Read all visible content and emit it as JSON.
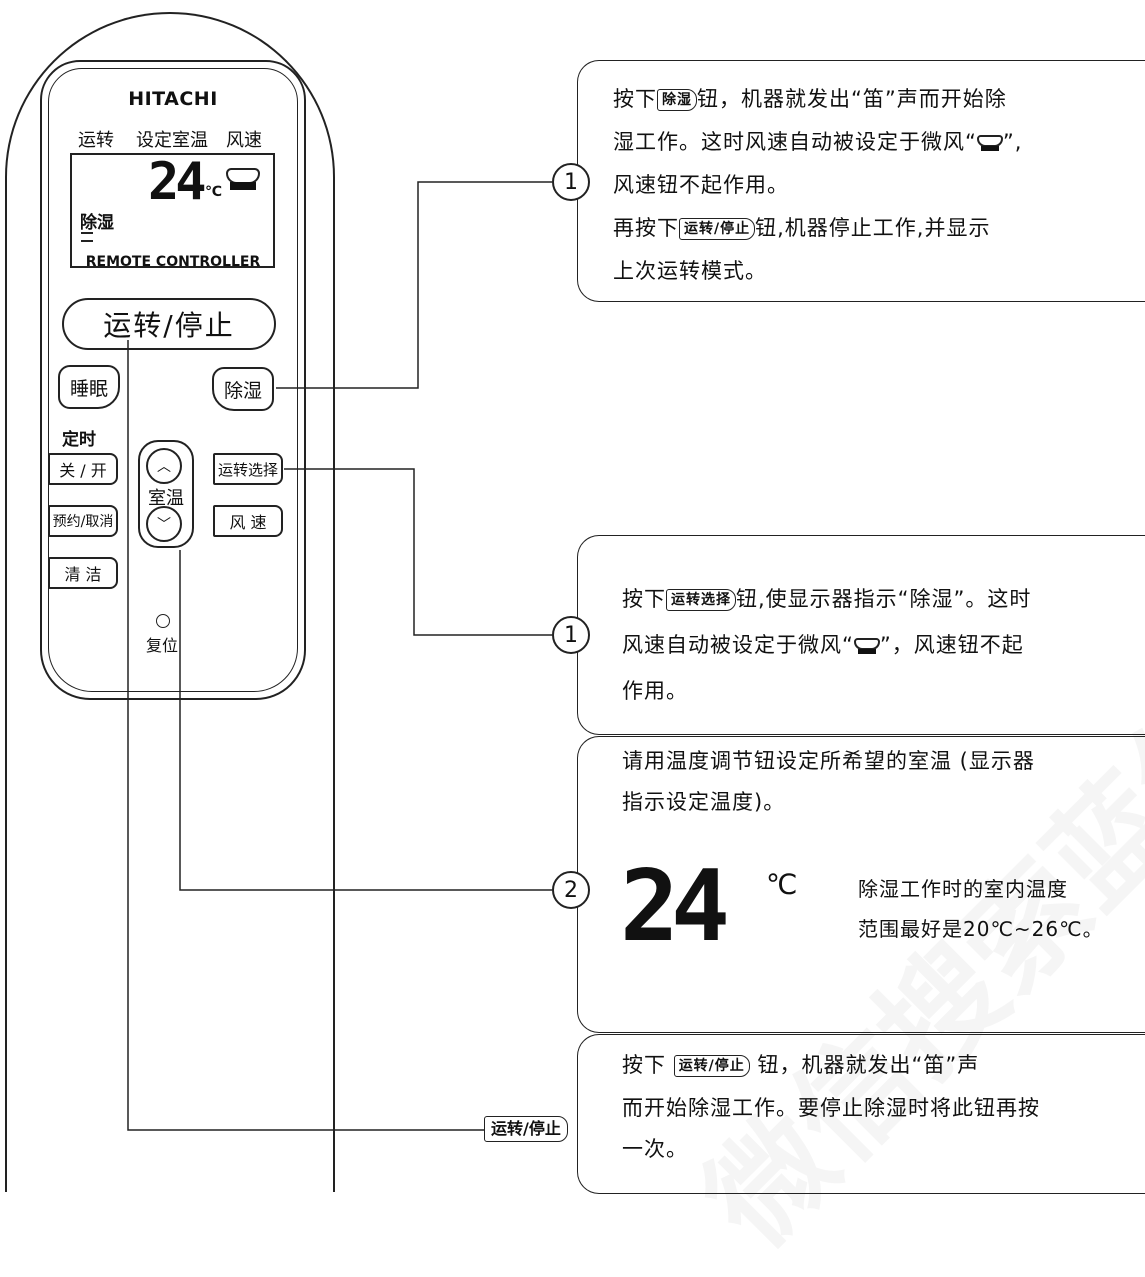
{
  "remote": {
    "brand": "HITACHI",
    "lcd_header": [
      "运转",
      "设定室温",
      "风速"
    ],
    "lcd_temp": "24",
    "lcd_temp_unit": "℃",
    "lcd_mode": "除湿",
    "remote_label": "REMOTE CONTROLLER",
    "run_stop": "运转/停止",
    "sleep": "睡眠",
    "dehumidify": "除湿",
    "timer_label": "定时",
    "off_on": "关 / 开",
    "reserve_cancel": "预约/取消",
    "clean": "清 洁",
    "room_temp": "室温",
    "mode_select": "运转选择",
    "fan_speed": "风 速",
    "reset": "复位"
  },
  "callouts": {
    "box1": {
      "number": "1",
      "line1_pre": "按下",
      "line1_tag": "除湿",
      "line1_post": "钮，机器就发出“笛”声而开始除",
      "line2_pre": "湿工作。这时风速自动被设定于微风“",
      "line2_post": "”,",
      "line3": "风速钮不起作用。",
      "line4_pre": "再按下",
      "line4_tag": "运转/停止",
      "line4_post": "钮,机器停止工作,并显示",
      "line5": "上次运转模式。"
    },
    "box2": {
      "number": "1",
      "line1_pre": "按下",
      "line1_tag": "运转选择",
      "line1_post": "钮,使显示器指示“除湿”。这时",
      "line2_pre": "风速自动被设定于微风“",
      "line2_post": "”，风速钮不起",
      "line3": "作用。"
    },
    "box3": {
      "number": "2",
      "line1": "请用温度调节钮设定所希望的室温 (显示器",
      "line2": "指示设定温度)。",
      "temp": "24",
      "temp_unit": "℃",
      "note1": "除湿工作时的室内温度",
      "note2": "范围最好是20℃~26℃。"
    },
    "box4": {
      "tag": "运转/停止",
      "line1_pre": "按下",
      "line1_tag": "运转/停止",
      "line1_post": "钮，机器就发出“笛”声",
      "line2": "而开始除湿工作。要停止除湿时将此钮再按",
      "line3": "一次。"
    }
  },
  "watermark": "微信搜索蓝领星球 了解更多资料"
}
